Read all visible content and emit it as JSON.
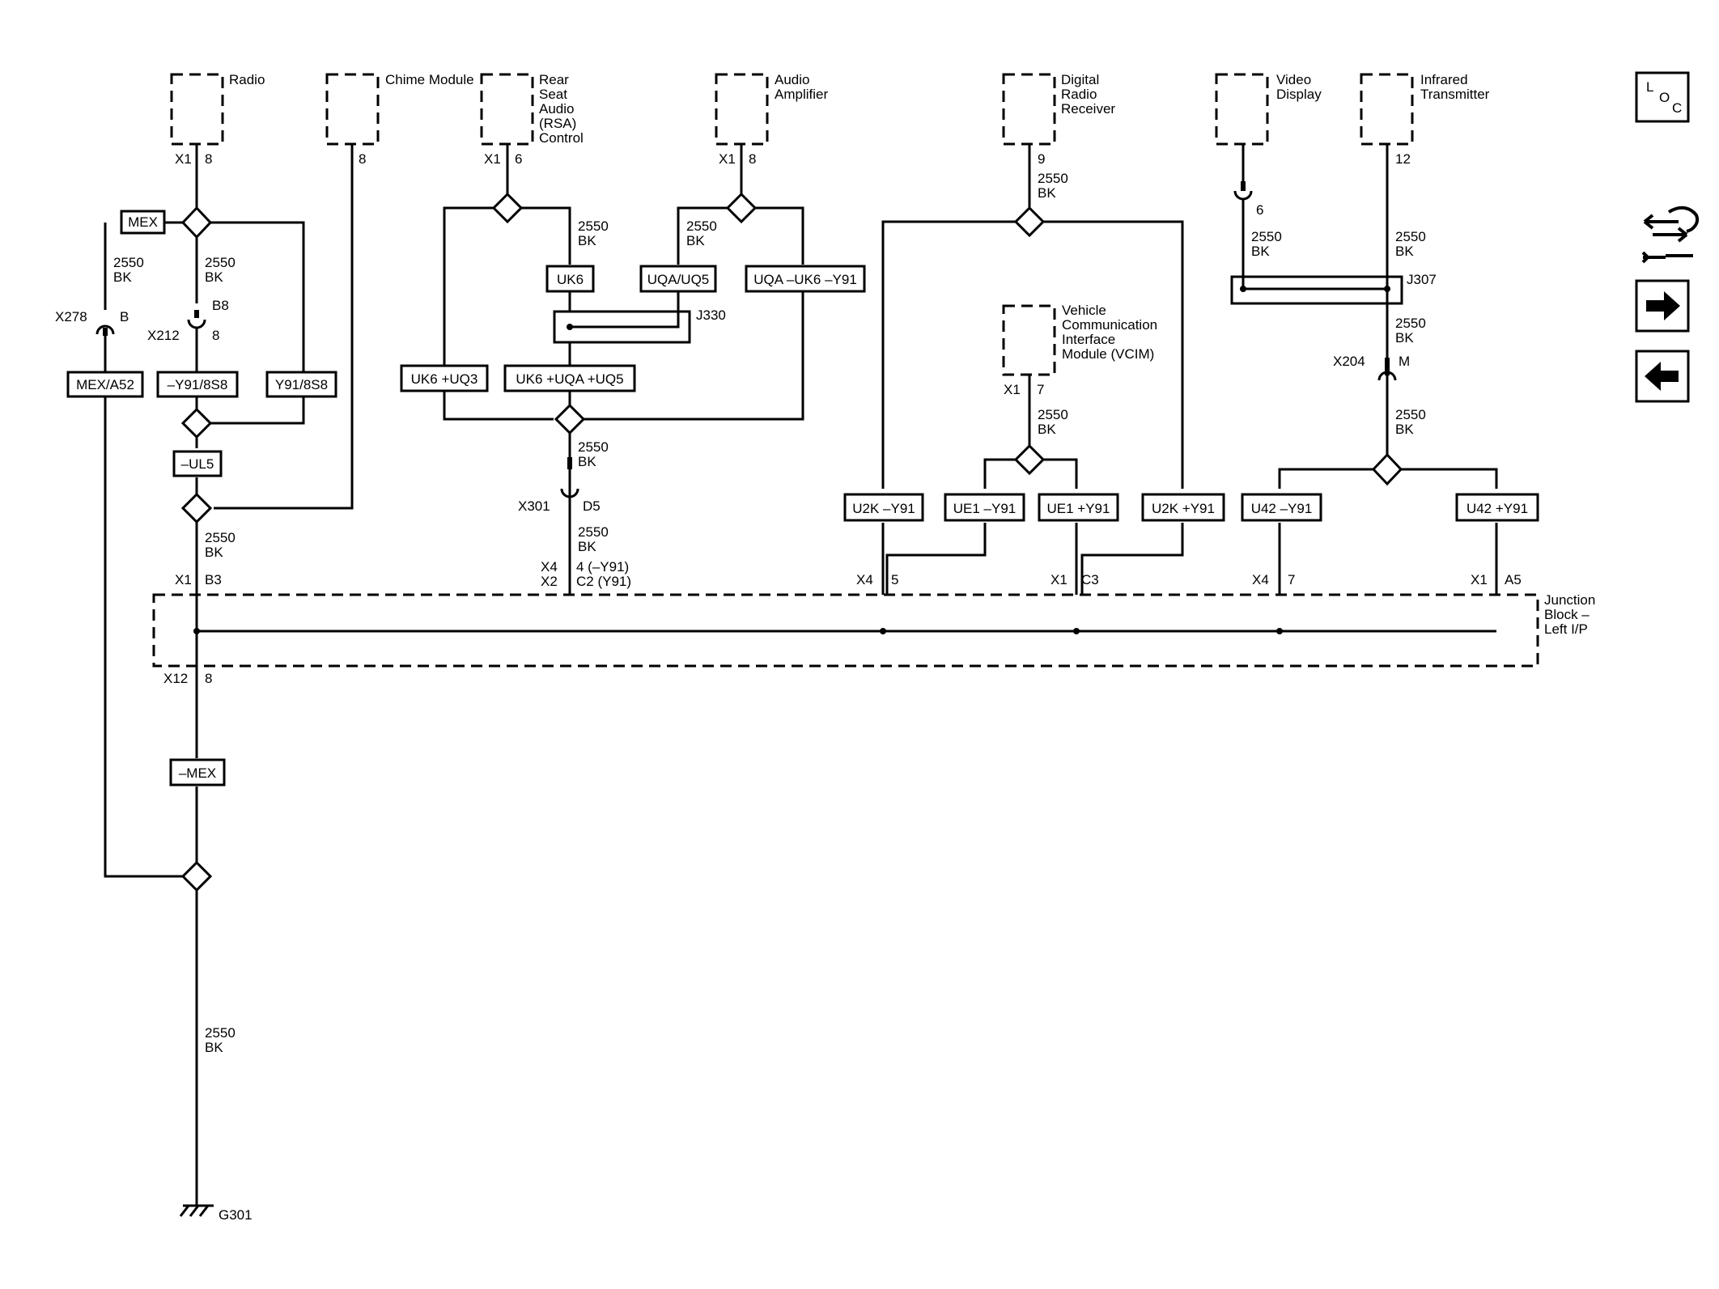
{
  "components": {
    "radio": "Radio",
    "chime": "Chime Module",
    "rsa": [
      "Rear",
      "Seat",
      "Audio",
      "(RSA)",
      "Control"
    ],
    "amp": [
      "Audio",
      "Amplifier"
    ],
    "drr": [
      "Digital",
      "Radio",
      "Receiver"
    ],
    "video": [
      "Video",
      "Display"
    ],
    "ir": [
      "Infrared",
      "Transmitter"
    ],
    "vcim": [
      "Vehicle",
      "Communication",
      "Interface",
      "Module (VCIM)"
    ],
    "jb": [
      "Junction",
      "Block –",
      "Left I/P"
    ]
  },
  "wire": {
    "gauge": "2550",
    "color": "BK"
  },
  "options": {
    "mex": "MEX",
    "mex_a52": "MEX/A52",
    "y91_8s8_neg": "–Y91/8S8",
    "y91_8s8": "Y91/8S8",
    "ul5": "–UL5",
    "mex_neg": "–MEX",
    "uk6": "UK6",
    "uqa_uq5": "UQA/UQ5",
    "uqa_uk6_y91": "UQA –UK6 –Y91",
    "uk6_uq3": "UK6 +UQ3",
    "uk6_uqa_uq5": "UK6 +UQA +UQ5",
    "u2k_neg": "U2K –Y91",
    "ue1_neg": "UE1 –Y91",
    "ue1_pos": "UE1 +Y91",
    "u2k_pos": "U2K +Y91",
    "u42_neg": "U42 –Y91",
    "u42_pos": "U42 +Y91"
  },
  "connectors": {
    "x1": "X1",
    "x4": "X4",
    "x2": "X2",
    "x12": "X12",
    "x278": "X278",
    "x212": "X212",
    "x301": "X301",
    "x204": "X204",
    "j330": "J330",
    "j307": "J307",
    "g301": "G301"
  },
  "pins": {
    "p8": "8",
    "p6": "6",
    "p9": "9",
    "p12": "12",
    "p7": "7",
    "p5": "5",
    "b": "B",
    "b8": "B8",
    "b3": "B3",
    "d5": "D5",
    "m": "M",
    "c3": "C3",
    "a5": "A5",
    "x301_a": "4 (–Y91)",
    "x301_b": "C2 (Y91)"
  },
  "nav": {
    "loc_l": "L",
    "loc_o": "O",
    "loc_c": "C",
    "icons": [
      "component-locator-icon",
      "connector-view-icon",
      "next-page-icon",
      "previous-page-icon"
    ]
  }
}
